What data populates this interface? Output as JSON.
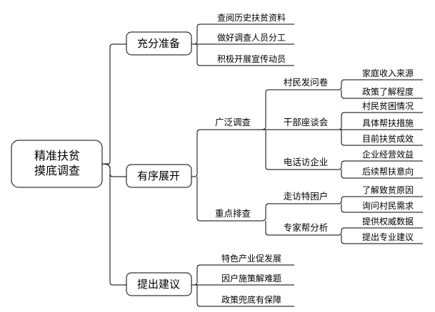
{
  "root": {
    "line1": "精准扶贫",
    "line2": "摸底调查"
  },
  "branches": [
    {
      "label": "充分准备",
      "items": [
        "查阅历史扶贫资料",
        "做好调查人员分工",
        "积极开展宣传动员"
      ]
    },
    {
      "label": "有序展开",
      "groups": [
        {
          "label": "广泛调查",
          "subgroups": [
            {
              "label": "村民发问卷",
              "items": [
                "家庭收入来源",
                "政策了解程度"
              ]
            },
            {
              "label": "干部座谈会",
              "items": [
                "村民贫困情况",
                "具体帮扶措施",
                "目前扶贫成效"
              ]
            },
            {
              "label": "电话访企业",
              "items": [
                "企业经营效益",
                "后续帮扶意向"
              ]
            }
          ]
        },
        {
          "label": "重点排查",
          "subgroups": [
            {
              "label": "走访特困户",
              "items": [
                "了解致贫原因",
                "询问村民需求"
              ]
            },
            {
              "label": "专家帮分析",
              "items": [
                "提供权威数据",
                "提出专业建议"
              ]
            }
          ]
        }
      ]
    },
    {
      "label": "提出建议",
      "items": [
        "特色产业促发展",
        "因户施策解难题",
        "政策兜底有保障"
      ]
    }
  ]
}
